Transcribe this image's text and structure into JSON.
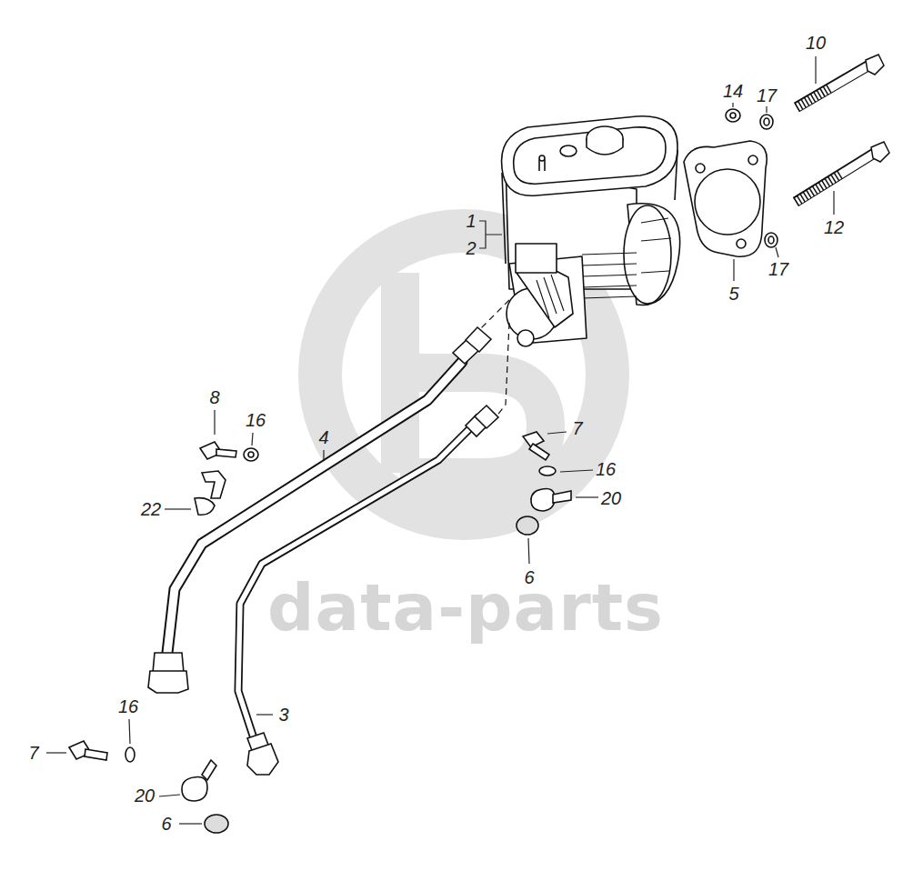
{
  "diagram": {
    "labels": [
      "10",
      "14",
      "17",
      "1",
      "2",
      "12",
      "17",
      "5",
      "8",
      "16",
      "4",
      "7",
      "16",
      "20",
      "22",
      "6",
      "data-parts",
      "16",
      "3",
      "7",
      "20",
      "6"
    ]
  }
}
